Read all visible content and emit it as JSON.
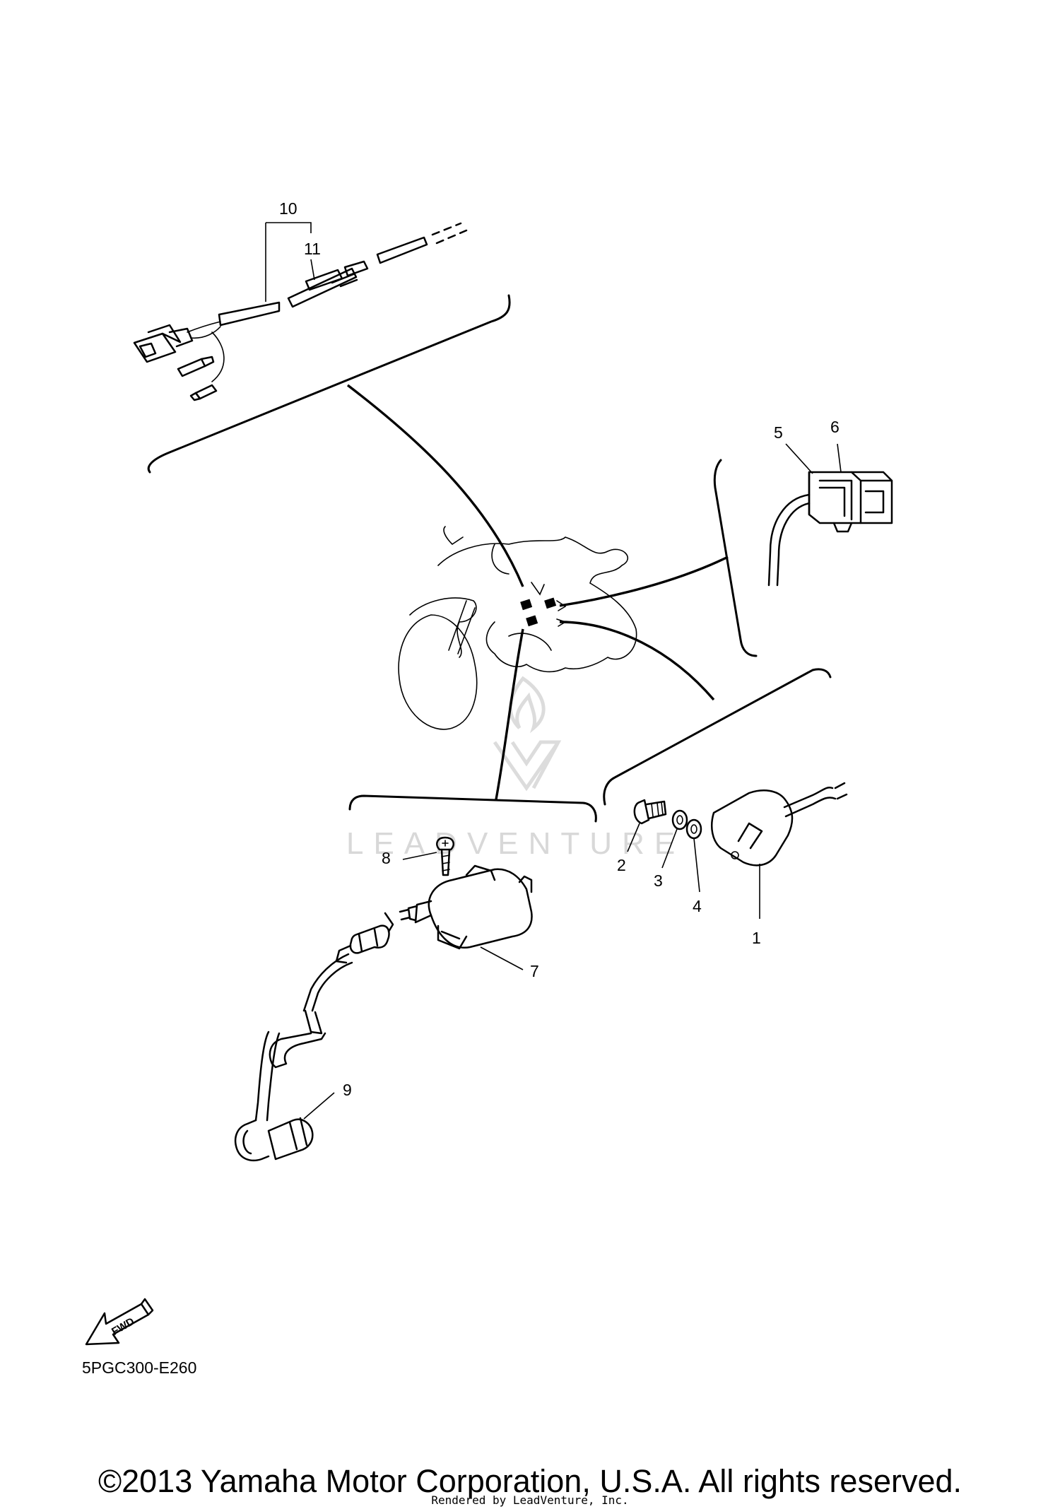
{
  "diagram": {
    "callouts": [
      {
        "id": "1",
        "label": "1"
      },
      {
        "id": "2",
        "label": "2"
      },
      {
        "id": "3",
        "label": "3"
      },
      {
        "id": "4",
        "label": "4"
      },
      {
        "id": "5",
        "label": "5"
      },
      {
        "id": "6",
        "label": "6"
      },
      {
        "id": "7",
        "label": "7"
      },
      {
        "id": "8",
        "label": "8"
      },
      {
        "id": "9",
        "label": "9"
      },
      {
        "id": "10",
        "label": "10"
      },
      {
        "id": "11",
        "label": "11"
      }
    ],
    "direction_marker": {
      "label": "FWD",
      "icon": "fwd-arrow-icon"
    },
    "diagram_code": "5PGC300-E260",
    "watermark": {
      "text": "LEADVENTURE",
      "icon": "leadventure-logo-icon",
      "color": "#d8d8d8"
    }
  },
  "footer": {
    "copyright": "©2013 Yamaha Motor Corporation, U.S.A. All rights reserved.",
    "rendered_by": "Rendered by LeadVenture, Inc."
  }
}
